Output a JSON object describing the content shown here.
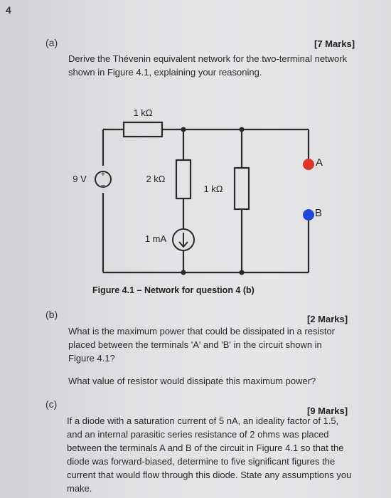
{
  "question_number": "4",
  "part_a": {
    "label": "(a)",
    "marks": "[7 Marks]",
    "text": "Derive the Thévenin equivalent network for the two-terminal network shown in Figure 4.1, explaining your reasoning."
  },
  "figure": {
    "resistor_top": "1 kΩ",
    "source_voltage": "9 V",
    "source_plus": "+",
    "source_minus": "−",
    "resistor_mid": "2 kΩ",
    "resistor_right": "1 kΩ",
    "current_source": "1 mA",
    "terminal_a": "A",
    "terminal_b": "B",
    "terminal_a_color": "#e0342a",
    "terminal_b_color": "#2246d6",
    "caption": "Figure 4.1 – Network for question 4 (b)"
  },
  "part_b": {
    "label": "(b)",
    "marks": "[2 Marks]",
    "text1": "What is the maximum power that could be dissipated in a resistor placed between the terminals 'A' and 'B' in the circuit shown in Figure 4.1?",
    "text2": "What value of resistor would dissipate this maximum power?"
  },
  "part_c": {
    "label": "(c)",
    "marks": "[9 Marks]",
    "text": "If a diode with a saturation current of 5 nA, an ideality factor of 1.5, and an internal parasitic series resistance of 2 ohms was placed between the terminals A and B of the circuit in Figure 4.1 so that the diode was forward-biased, determine to five significant figures the current that would flow through this diode. State any assumptions you make."
  }
}
